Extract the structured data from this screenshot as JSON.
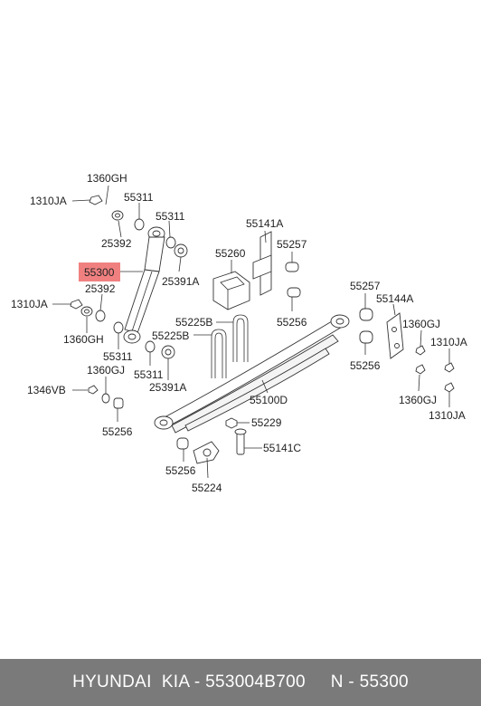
{
  "diagram": {
    "highlight_color": "#f08080",
    "labels": {
      "l_1360gh_top": "1360GH",
      "l_1310ja_top": "1310JA",
      "l_55311_a": "55311",
      "l_55311_b": "55311",
      "l_25392_top": "25392",
      "l_25391a_top": "25391A",
      "l_55300": "55300",
      "l_25392_mid": "25392",
      "l_1310ja_mid": "1310JA",
      "l_1360gh_mid": "1360GH",
      "l_55311_c": "55311",
      "l_1360gj_left": "1360GJ",
      "l_55311_d": "55311",
      "l_25391a_mid": "25391A",
      "l_1346vb": "1346VB",
      "l_55256_left": "55256",
      "l_55141a": "55141A",
      "l_55257_top": "55257",
      "l_55260": "55260",
      "l_55225b_1": "55225B",
      "l_55225b_2": "55225B",
      "l_55256_top": "55256",
      "l_55100d": "55100D",
      "l_55229": "55229",
      "l_55141c": "55141C",
      "l_55256_bottom": "55256",
      "l_55224": "55224",
      "l_55257_right": "55257",
      "l_55144a": "55144A",
      "l_1360gj_right_top": "1360GJ",
      "l_1310ja_right_top": "1310JA",
      "l_55256_right": "55256",
      "l_1360gj_right_bottom": "1360GJ",
      "l_1310ja_right_bottom": "1310JA"
    }
  },
  "footer": {
    "brand": "HYUNDAI  KIA - 553004B700",
    "part": "N - 55300"
  }
}
